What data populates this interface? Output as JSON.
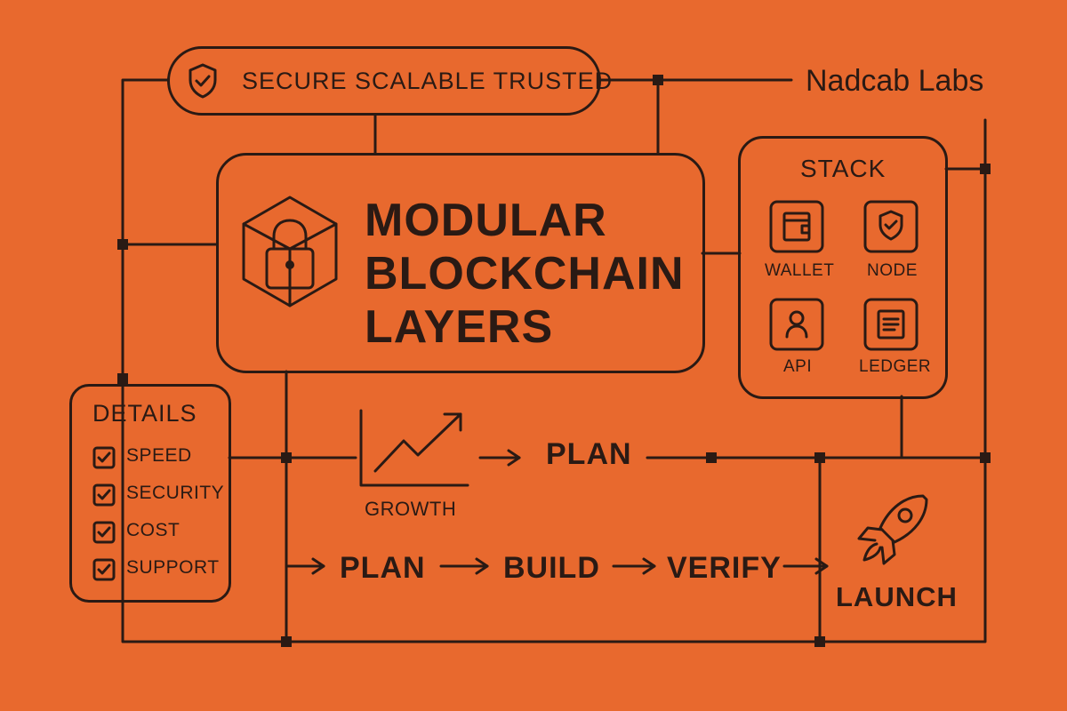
{
  "colors": {
    "background": "#E8692E",
    "ink": "#2A1A14"
  },
  "brand": {
    "name": "Nadcab Labs"
  },
  "tagline": {
    "text": "SECURE SCALABLE TRUSTED",
    "icon": "shield-check-icon"
  },
  "hero": {
    "title_lines": [
      "MODULAR",
      "BLOCKCHAIN",
      "LAYERS"
    ],
    "icon": "cube-lock-icon"
  },
  "stack": {
    "title": "STACK",
    "items": [
      {
        "label": "WALLET",
        "icon": "wallet-icon"
      },
      {
        "label": "NODE",
        "icon": "shield-icon"
      },
      {
        "label": "API",
        "icon": "user-icon"
      },
      {
        "label": "LEDGER",
        "icon": "document-icon"
      }
    ]
  },
  "details": {
    "title": "DETAILS",
    "items": [
      "SPEED",
      "SECURITY",
      "COST",
      "SUPPORT"
    ]
  },
  "growth": {
    "label": "GROWTH",
    "icon": "trend-chart-icon",
    "target": "PLAN"
  },
  "pipeline": {
    "steps": [
      "PLAN",
      "BUILD",
      "VERIFY"
    ],
    "final": {
      "label": "LAUNCH",
      "icon": "rocket-icon"
    }
  }
}
